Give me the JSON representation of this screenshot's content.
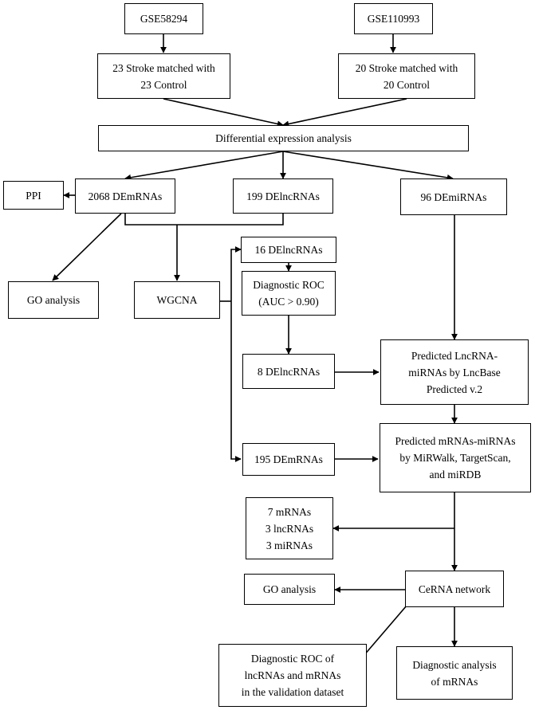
{
  "nodes": {
    "gse58294": "GSE58294",
    "gse110993": "GSE110993",
    "stroke23": [
      "23 Stroke matched with",
      "23 Control"
    ],
    "stroke20": [
      "20 Stroke matched with",
      "20 Control"
    ],
    "diffexpr": "Differential expression analysis",
    "ppi": "PPI",
    "demrna2068": "2068 DEmRNAs",
    "delnc199": "199 DElncRNAs",
    "demirna96": "96 DEmiRNAs",
    "go1": "GO analysis",
    "wgcna": "WGCNA",
    "delnc16": "16 DElncRNAs",
    "diagroc": [
      "Diagnostic ROC",
      "(AUC > 0.90)"
    ],
    "delnc8": "8 DElncRNAs",
    "predlnc": [
      "Predicted LncRNA-",
      "miRNAs by LncBase",
      "Predicted v.2"
    ],
    "demrna195": "195 DEmRNAs",
    "predmrna": [
      "Predicted mRNAs-miRNAs",
      "by MiRWalk, TargetScan,",
      "and miRDB"
    ],
    "counts": [
      "7 mRNAs",
      "3 lncRNAs",
      "3 miRNAs"
    ],
    "go2": "GO analysis",
    "cerna": "CeRNA network",
    "rocval": [
      "Diagnostic ROC of",
      "lncRNAs and mRNAs",
      "in the validation dataset"
    ],
    "diagmrna": [
      "Diagnostic analysis",
      "of mRNAs"
    ]
  }
}
